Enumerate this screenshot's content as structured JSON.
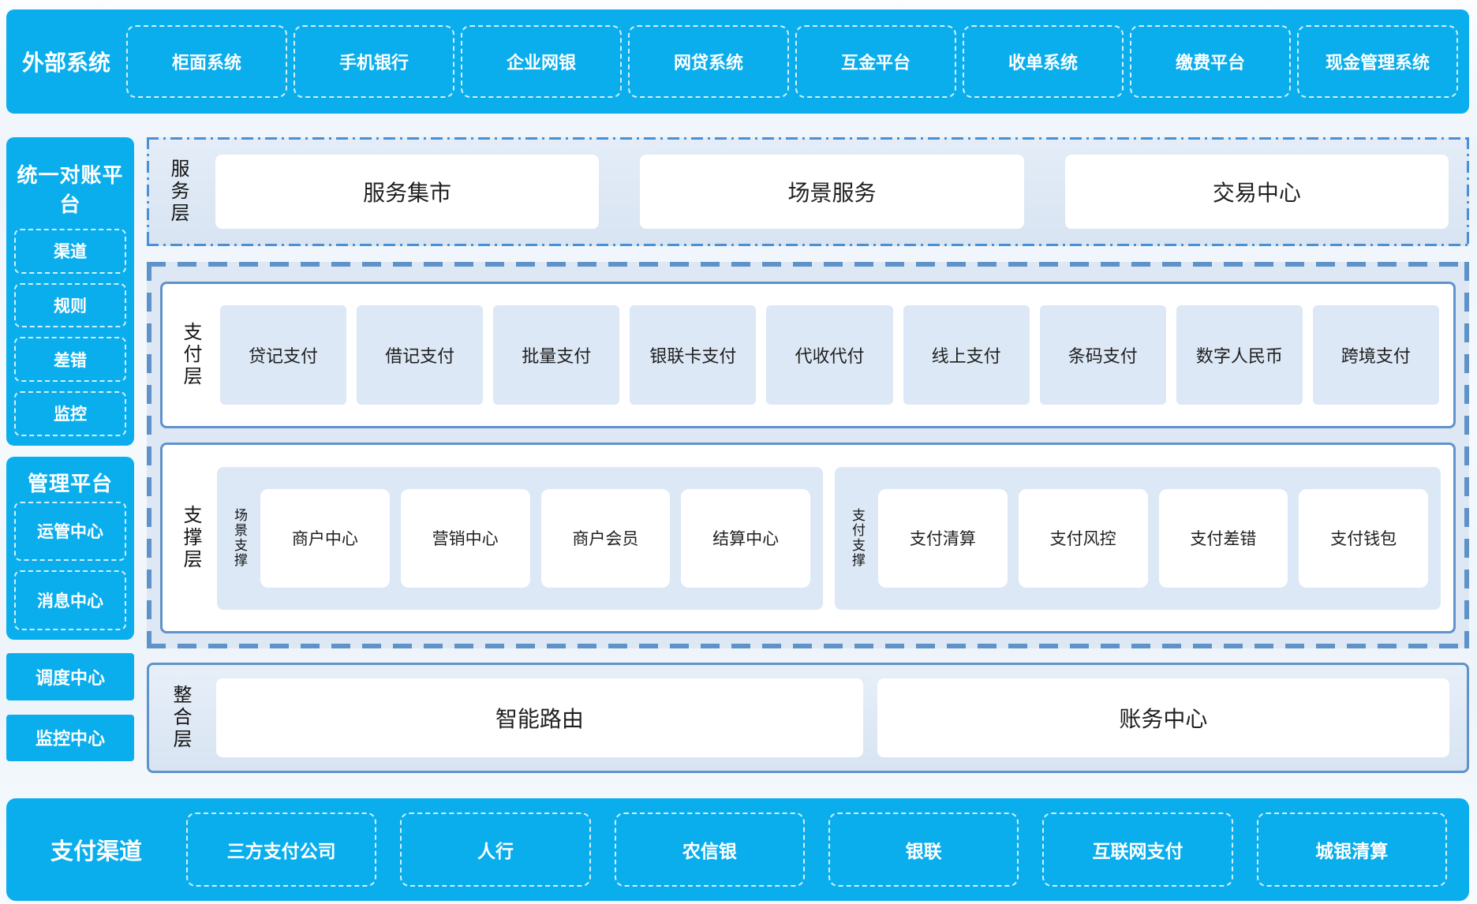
{
  "colors": {
    "primary_blue": "#0AAEEC",
    "panel_blue": "#DCE8F5",
    "card_border_blue": "#6093CA",
    "dashdot_border_blue": "#4A90D4",
    "text_dark": "#1F1F1F"
  },
  "top_bar": {
    "title": "外部系统",
    "items": [
      "柜面系统",
      "手机银行",
      "企业网银",
      "网贷系统",
      "互金平台",
      "收单系统",
      "缴费平台",
      "现金管理系统"
    ]
  },
  "sidebar": {
    "reconciliation": {
      "title": "统一对账平台",
      "items": [
        "渠道",
        "规则",
        "差错",
        "监控"
      ]
    },
    "management": {
      "title": "管理平台",
      "items": [
        "运管中心",
        "消息中心"
      ]
    },
    "blocks": [
      "调度中心",
      "监控中心"
    ]
  },
  "service_layer": {
    "label": "服务层",
    "items": [
      "服务集市",
      "场景服务",
      "交易中心"
    ]
  },
  "payment_layer": {
    "label": "支付层",
    "items": [
      "贷记支付",
      "借记支付",
      "批量支付",
      "银联卡支付",
      "代收代付",
      "线上支付",
      "条码支付",
      "数字人民币",
      "跨境支付"
    ]
  },
  "support_layer": {
    "label": "支撑层",
    "groups": [
      {
        "label": "场景支撑",
        "items": [
          "商户中心",
          "营销中心",
          "商户会员",
          "结算中心"
        ]
      },
      {
        "label": "支付支撑",
        "items": [
          "支付清算",
          "支付风控",
          "支付差错",
          "支付钱包"
        ]
      }
    ]
  },
  "integration_layer": {
    "label": "整合层",
    "items": [
      "智能路由",
      "账务中心"
    ]
  },
  "bottom_bar": {
    "title": "支付渠道",
    "items": [
      "三方支付公司",
      "人行",
      "农信银",
      "银联",
      "互联网支付",
      "城银清算"
    ]
  }
}
